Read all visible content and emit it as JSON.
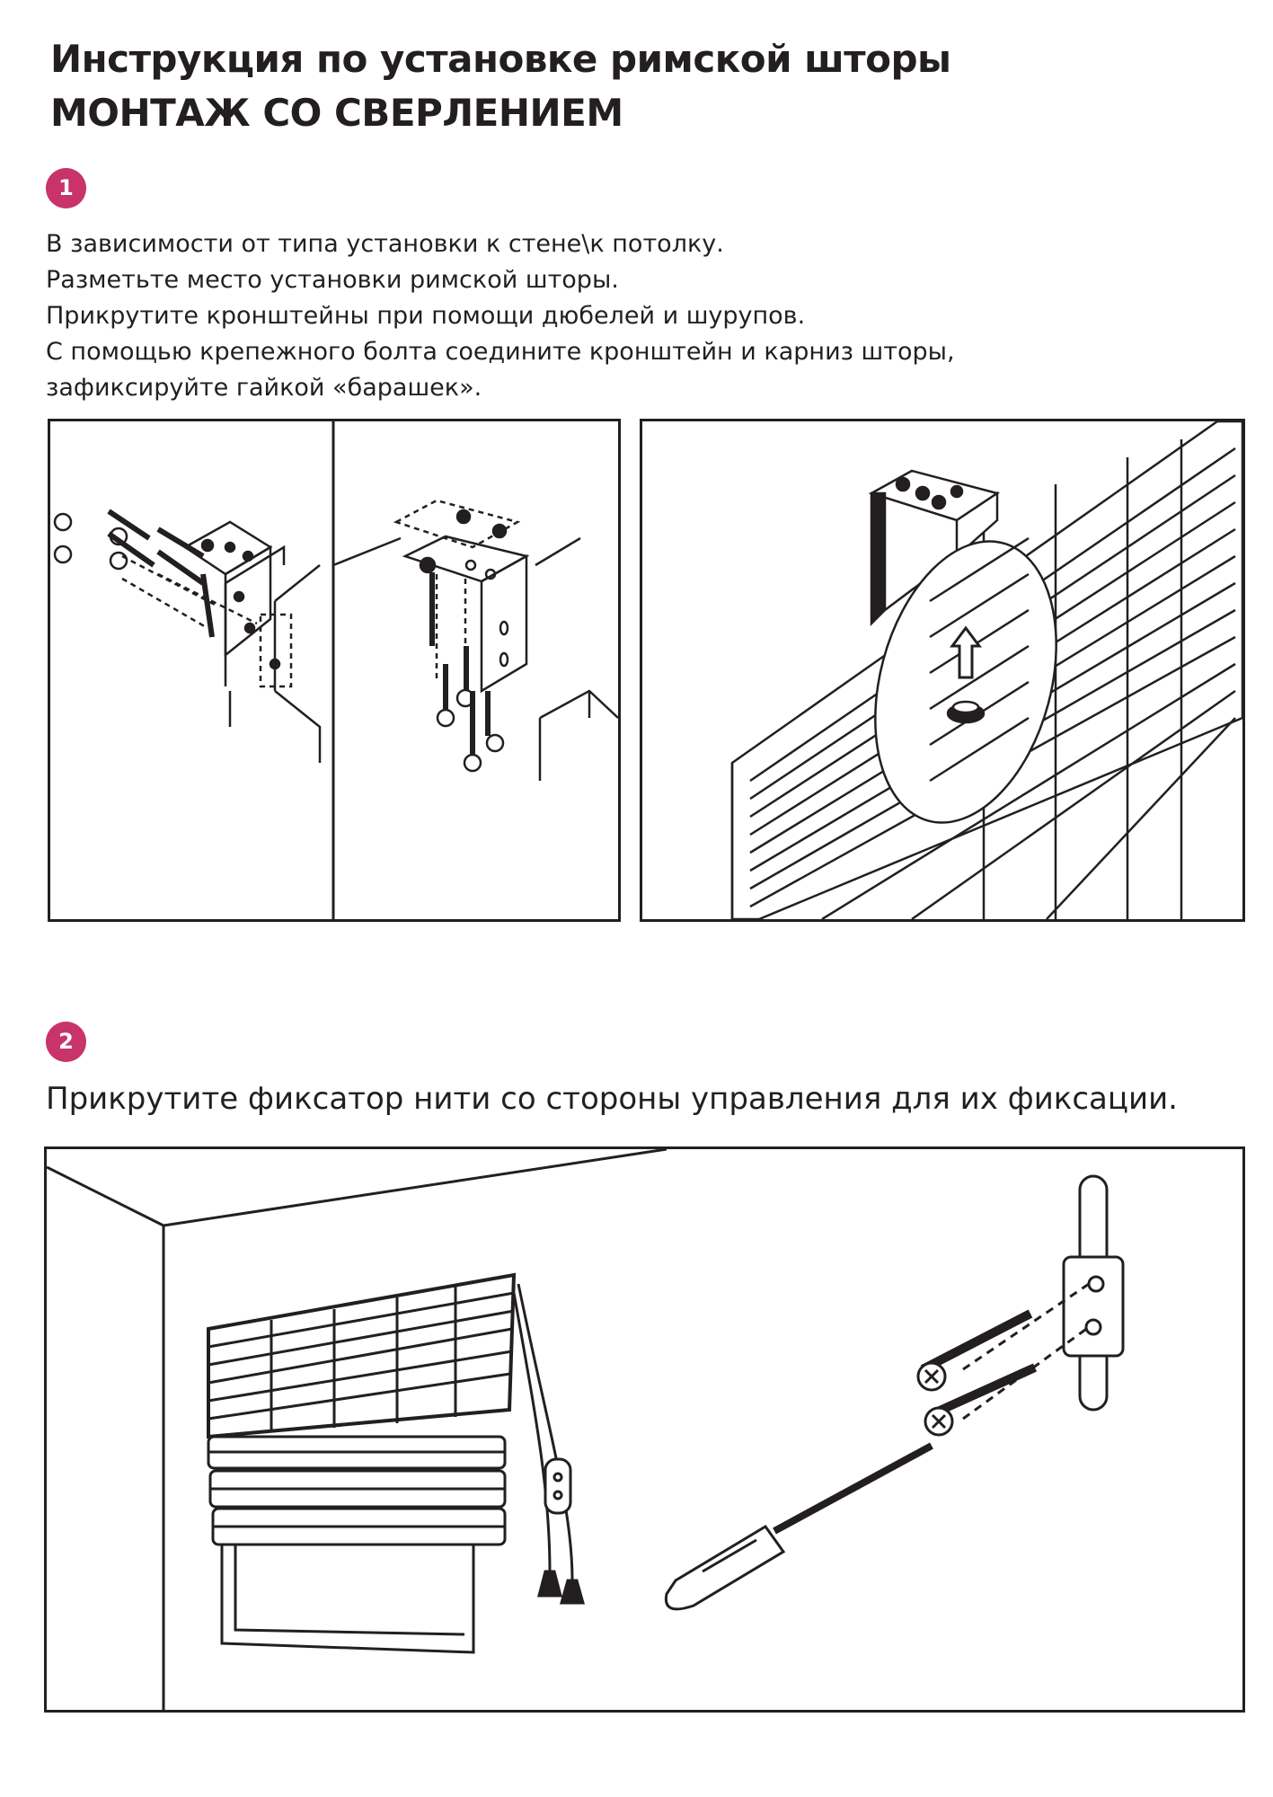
{
  "header": {
    "title_line1": "Инструкция по установке римской шторы",
    "title_line2": "МОНТАЖ СО СВЕРЛЕНИЕМ"
  },
  "steps": [
    {
      "number": "1",
      "lines": [
        "В зависимости от типа установки к стене\\к потолку.",
        "Разметьте место установки римской шторы.",
        "Прикрутите кронштейны при помощи дюбелей и шурупов.",
        "С помощью крепежного болта соедините кронштейн и карниз шторы,",
        "зафиксируйте гайкой «барашек»."
      ]
    },
    {
      "number": "2",
      "lines": [
        "Прикрутите фиксатор нити со стороны управления для их фиксации."
      ]
    }
  ],
  "colors": {
    "accent": "#c8336a",
    "ink": "#231f20"
  }
}
